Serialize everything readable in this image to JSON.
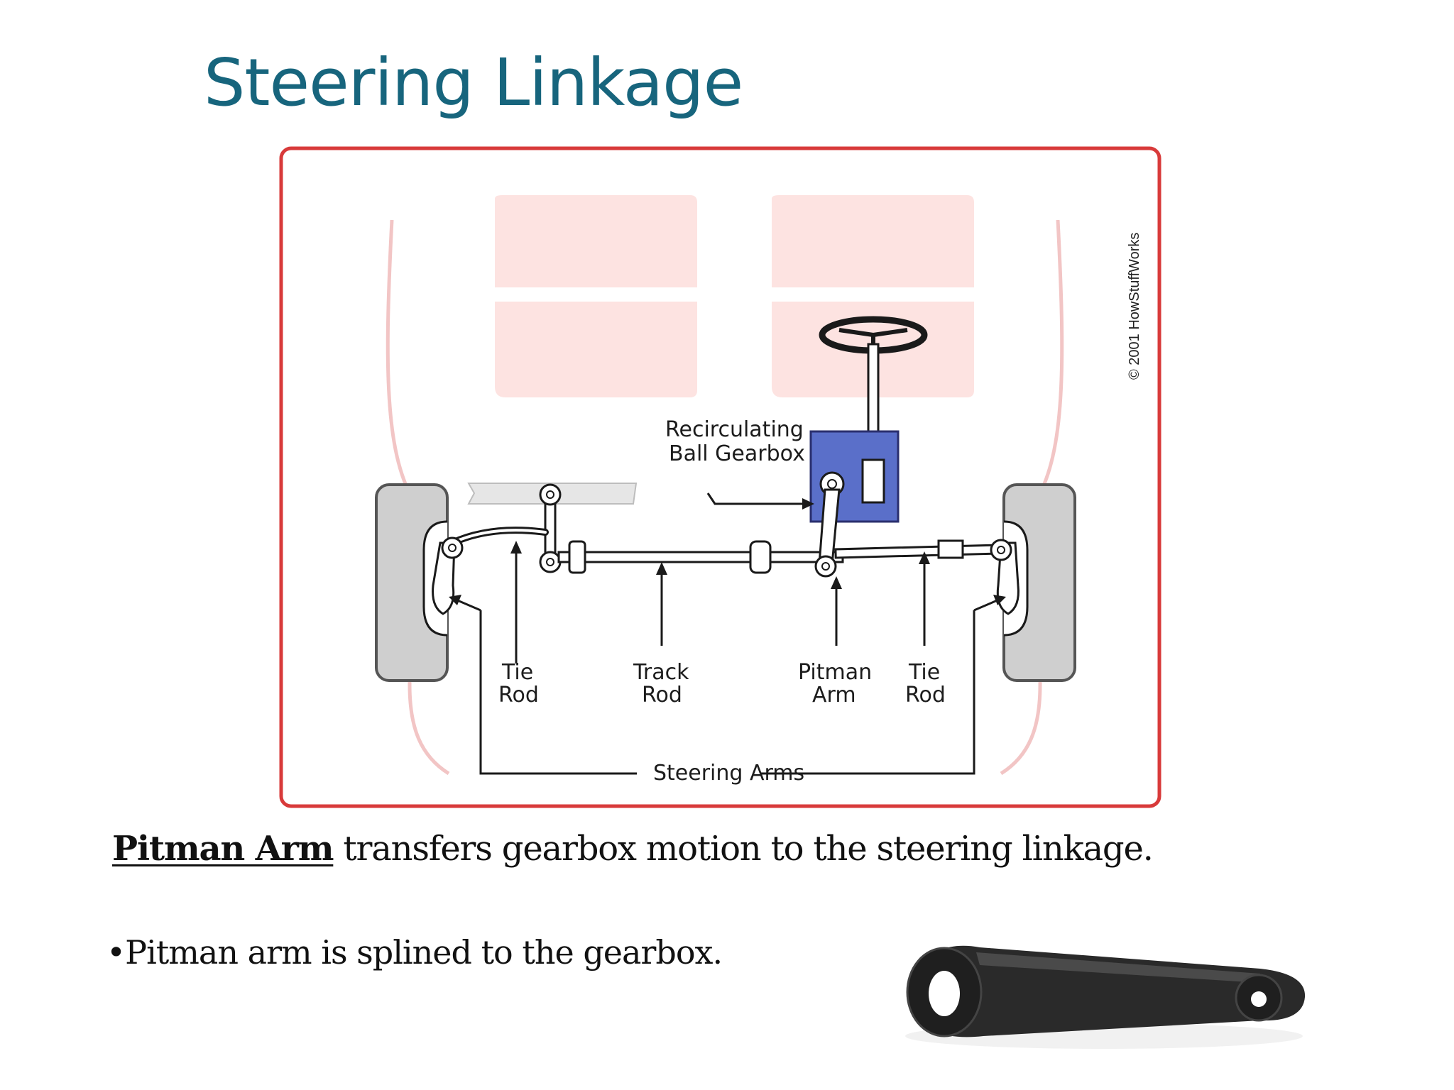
{
  "slide": {
    "title": "Steering Linkage"
  },
  "diagram": {
    "labels": {
      "gearbox_line1": "Recirculating",
      "gearbox_line2": "Ball Gearbox",
      "tie_rod_left_1": "Tie",
      "tie_rod_left_2": "Rod",
      "track_rod_1": "Track",
      "track_rod_2": "Rod",
      "pitman_arm_1": "Pitman",
      "pitman_arm_2": "Arm",
      "tie_rod_right_1": "Tie",
      "tie_rod_right_2": "Rod",
      "steering_arms": "Steering Arms"
    },
    "copyright": "© 2001 HowStuffWorks"
  },
  "body": {
    "definition_term": "Pitman Arm",
    "definition_text": " transfers gearbox motion to the steering linkage.",
    "bullet": "•Pitman arm is splined to the gearbox."
  }
}
